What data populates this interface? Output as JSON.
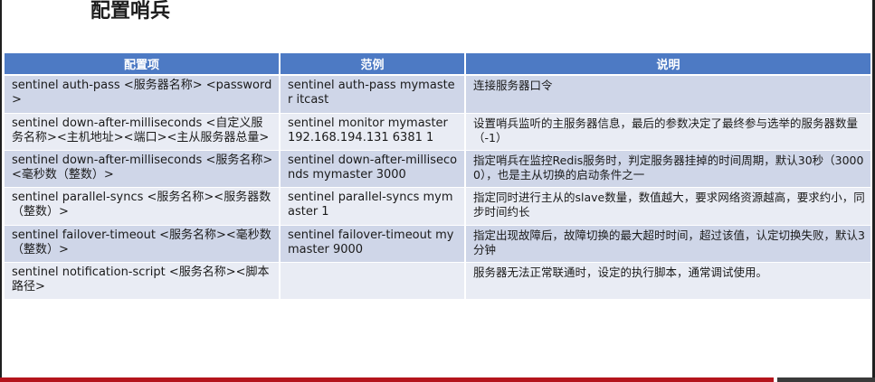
{
  "title": "配置哨兵",
  "table": {
    "headers": [
      "配置项",
      "范例",
      "说明"
    ],
    "rows": [
      {
        "item": "sentinel auth-pass <服务器名称> <password>",
        "example": "sentinel auth-pass mymaster itcast",
        "desc": "连接服务器口令"
      },
      {
        "item": "sentinel down-after-milliseconds <自定义服务名称><主机地址><端口><主从服务器总量>",
        "example": "sentinel monitor mymaster 192.168.194.131 6381 1",
        "desc": "设置哨兵监听的主服务器信息，最后的参数决定了最终参与选举的服务器数量（-1）"
      },
      {
        "item": "sentinel down-after-milliseconds <服务名称><毫秒数（整数）>",
        "example": "sentinel down-after-milliseconds mymaster 3000",
        "desc": "指定哨兵在监控Redis服务时，判定服务器挂掉的时间周期，默认30秒（30000），也是主从切换的启动条件之一"
      },
      {
        "item": "sentinel parallel-syncs <服务名称><服务器数（整数）>",
        "example": "sentinel parallel-syncs mymaster 1",
        "desc": "指定同时进行主从的slave数量，数值越大，要求网络资源越高，要求约小，同步时间约长"
      },
      {
        "item": "sentinel failover-timeout <服务名称><毫秒数（整数）>",
        "example": "sentinel failover-timeout mymaster 9000",
        "desc": "指定出现故障后，故障切换的最大超时时间，超过该值，认定切换失败，默认3分钟"
      },
      {
        "item": "sentinel notification-script <服务名称><脚本路径>",
        "example": "",
        "desc": "服务器无法正常联通时，设定的执行脚本，通常调试使用。"
      }
    ]
  },
  "colors": {
    "header_bg": "#4d7ac4",
    "row_even": "#cfd6e8",
    "row_odd": "#e9ecf4",
    "bottom_bar": "#b4141c"
  }
}
